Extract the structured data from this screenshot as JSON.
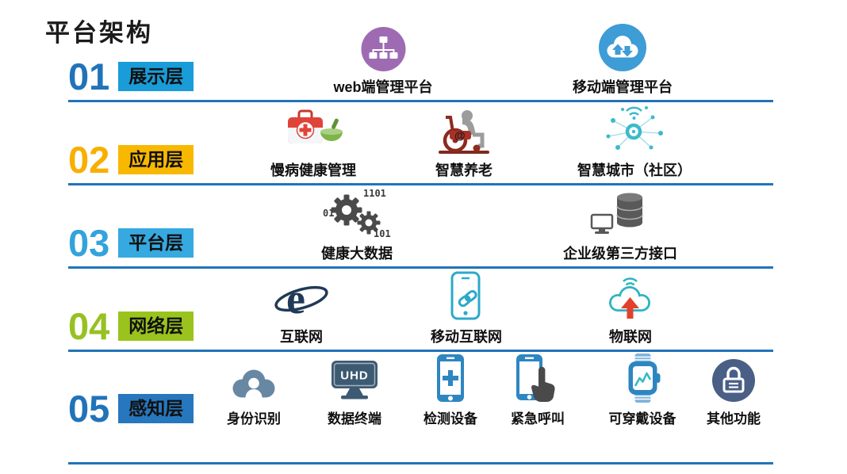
{
  "title": "平台架构",
  "colors": {
    "line_blue": "#2273B9",
    "presentation_blue": "#2173B9",
    "presentation_box": "#199CD8",
    "application_yellow": "#F9AF00",
    "application_box": "#F9B800",
    "platform_lightblue": "#33A3DC",
    "platform_box": "#36A9E0",
    "network_green": "#97C122",
    "network_box": "#9AC31E",
    "perception_blue": "#2173B9",
    "perception_box": "#2777BE"
  },
  "rows": [
    {
      "number": "01",
      "label": "展示层",
      "number_color": "#2173B9",
      "box_color": "#199CD8",
      "items": [
        {
          "icon": "sitemap-icon",
          "label": "web端管理平台"
        },
        {
          "icon": "cloud-sync-icon",
          "label": "移动端管理平台"
        }
      ]
    },
    {
      "number": "02",
      "label": "应用层",
      "number_color": "#F9AF00",
      "box_color": "#F9B800",
      "items": [
        {
          "icon": "first-aid-kit-icon",
          "label": "慢病健康管理"
        },
        {
          "icon": "elderly-wheelchair-icon",
          "label": "智慧养老"
        },
        {
          "icon": "smart-city-network-icon",
          "label": "智慧城市（社区）"
        }
      ]
    },
    {
      "number": "03",
      "label": "平台层",
      "number_color": "#33A3DC",
      "box_color": "#36A9E0",
      "items": [
        {
          "icon": "gears-data-icon",
          "label": "健康大数据"
        },
        {
          "icon": "database-server-icon",
          "label": "企业级第三方接口"
        }
      ]
    },
    {
      "number": "04",
      "label": "网络层",
      "number_color": "#97C122",
      "box_color": "#9AC31E",
      "items": [
        {
          "icon": "internet-e-icon",
          "label": "互联网"
        },
        {
          "icon": "mobile-link-icon",
          "label": "移动互联网"
        },
        {
          "icon": "iot-cloud-icon",
          "label": "物联网"
        }
      ]
    },
    {
      "number": "05",
      "label": "感知层",
      "number_color": "#2173B9",
      "box_color": "#2777BE",
      "items": [
        {
          "icon": "person-cloud-icon",
          "label": "身份识别"
        },
        {
          "icon": "uhd-terminal-icon",
          "label": "数据终端"
        },
        {
          "icon": "medical-phone-icon",
          "label": "检测设备"
        },
        {
          "icon": "emergency-call-icon",
          "label": "紧急呼叫"
        },
        {
          "icon": "smartwatch-icon",
          "label": "可穿戴设备"
        },
        {
          "icon": "lock-icon",
          "label": "其他功能"
        }
      ]
    }
  ],
  "icon_texts": {
    "at": "@",
    "uhd": "UHD",
    "binary_1": "1101",
    "binary_2": "01",
    "binary_3": "101",
    "internet_e": "e"
  }
}
